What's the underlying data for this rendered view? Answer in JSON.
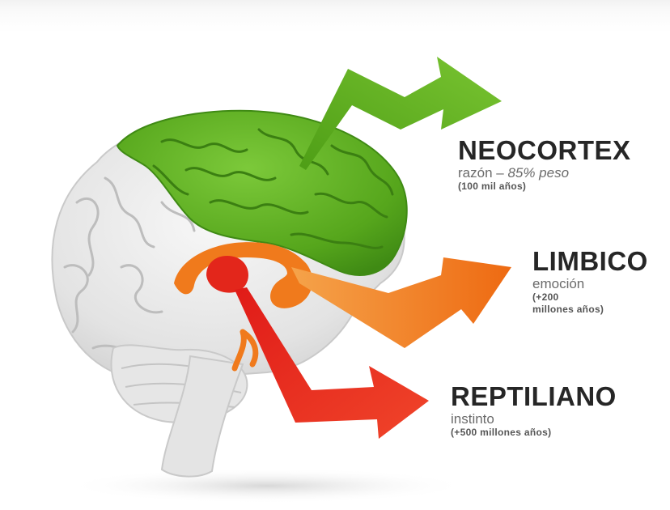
{
  "layers": [
    {
      "id": "neocortex",
      "title": "NEOCORTEX",
      "function": "razón",
      "separator": " – ",
      "function_extra": "85% peso",
      "age": "(100 mil años)",
      "color": "#5fb41f"
    },
    {
      "id": "limbico",
      "title": "LIMBICO",
      "function": "emoción",
      "age_line1": "(+200",
      "age_line2": "millones años)",
      "color": "#f07a1c"
    },
    {
      "id": "reptiliano",
      "title": "REPTILIANO",
      "function": "instinto",
      "age": "(+500 millones años)",
      "color": "#e3261b"
    }
  ],
  "colors": {
    "brain_base": "#e9e9e9",
    "brain_groove": "#b9b9b9",
    "neocortex_dark": "#3f8a14"
  },
  "icons": [
    "brain-illustration",
    "arrow-icon"
  ]
}
